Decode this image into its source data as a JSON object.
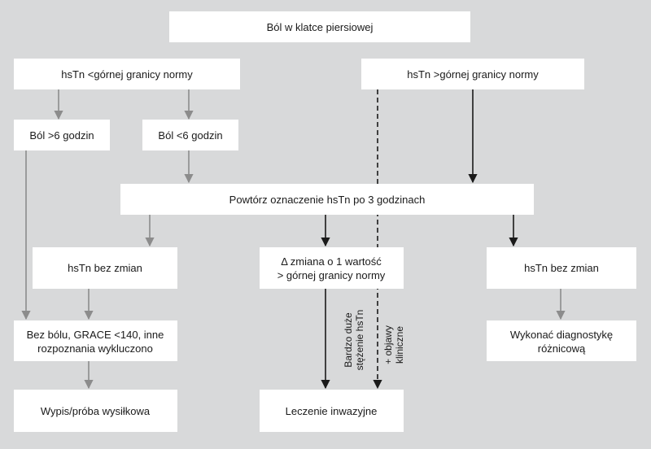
{
  "nodes": {
    "chest_pain": "Ból w klatce piersiowej",
    "hstn_below": "hsTn <górnej granicy normy",
    "hstn_above": "hsTn >górnej granicy normy",
    "pain_over_6h": "Ból >6 godzin",
    "pain_under_6h": "Ból <6 godzin",
    "repeat_test": "Powtórz oznaczenie hsTn po 3 godzinach",
    "hstn_unchanged_left": "hsTn bez zmian",
    "delta_change_line1": "Δ zmiana o 1 wartość",
    "delta_change_line2": "> górnej granicy normy",
    "hstn_unchanged_right": "hsTn bez zmian",
    "no_pain_line1": "Bez bólu, GRACE <140, inne",
    "no_pain_line2": "rozpoznania wykluczono",
    "differential_line1": "Wykonać diagnostykę",
    "differential_line2": "różnicową",
    "discharge": "Wypis/próba wysiłkowa",
    "invasive": "Leczenie inwazyjne"
  },
  "labels": {
    "high_conc_line1": "Bardzo duże",
    "high_conc_line2": "stężenie hsTn",
    "clinical_line1": "+ objawy",
    "clinical_line2": "kliniczne"
  },
  "colors": {
    "background": "#d8d9da",
    "box": "#ffffff",
    "arrow_gray": "#8c8c8c",
    "arrow_black": "#1a1a1a"
  }
}
